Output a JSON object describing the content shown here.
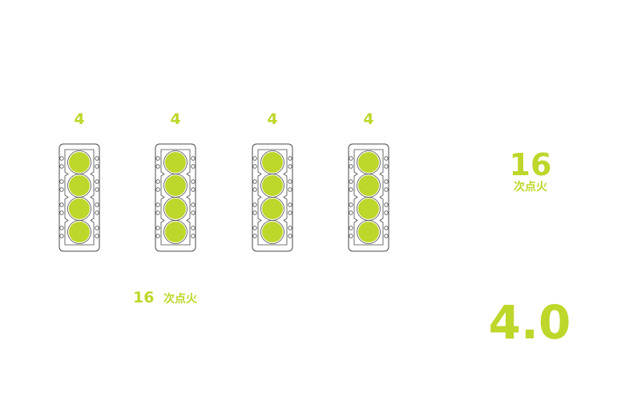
{
  "colors": {
    "accent": "#bfd62a",
    "outline": "#4a4a4a"
  },
  "engines": [
    {
      "count": "4",
      "cylinders": 4
    },
    {
      "count": "4",
      "cylinders": 4
    },
    {
      "count": "4",
      "cylinders": 4
    },
    {
      "count": "4",
      "cylinders": 4
    }
  ],
  "total": {
    "number": "16",
    "unit": "次点火"
  },
  "side": {
    "number": "16",
    "unit": "次点火"
  },
  "big_value": "4.0"
}
